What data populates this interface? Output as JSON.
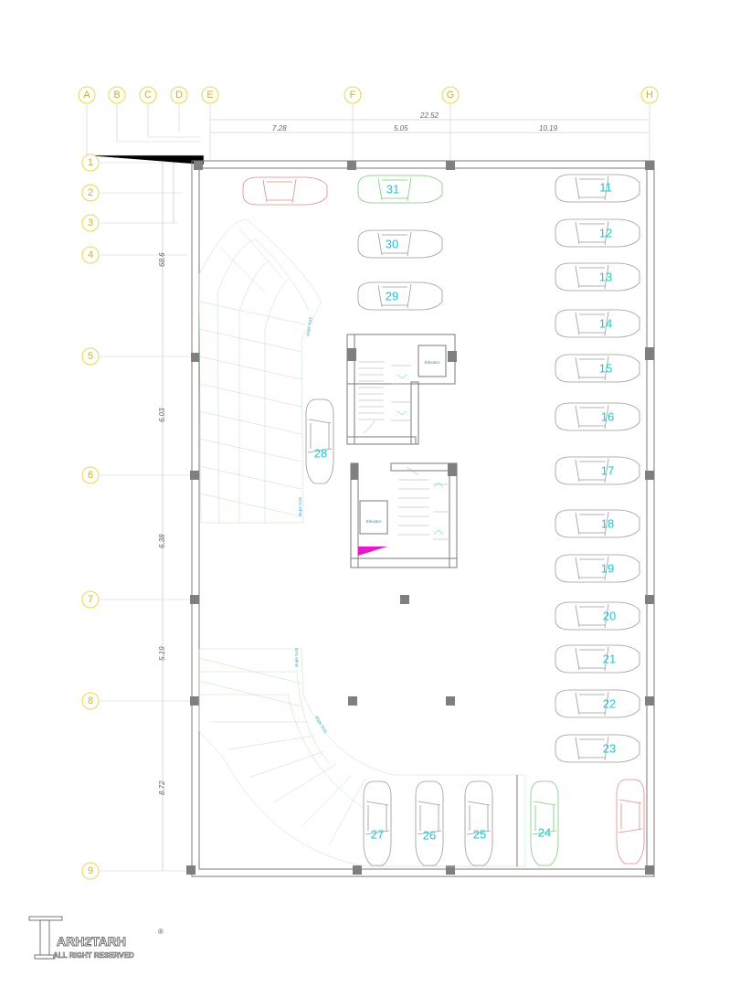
{
  "grid": {
    "columns": [
      "A",
      "B",
      "C",
      "D",
      "E",
      "F",
      "G",
      "H"
    ],
    "rows": [
      "1",
      "2",
      "3",
      "4",
      "5",
      "6",
      "7",
      "8",
      "9"
    ]
  },
  "dimensions": {
    "horizontal": {
      "total": "22.52",
      "segments": [
        "7.28",
        "5.05",
        "10.19"
      ]
    },
    "vertical": [
      "68.6",
      "6.03",
      "6.38",
      "5.19",
      "8.72"
    ]
  },
  "parking": {
    "right_column": [
      "11",
      "12",
      "13",
      "14",
      "15",
      "16",
      "17",
      "18",
      "19",
      "20",
      "21",
      "22",
      "23"
    ],
    "center_column": [
      "31",
      "30",
      "29"
    ],
    "center_vertical": "28",
    "bottom_row": [
      "27",
      "26",
      "25",
      "24"
    ]
  },
  "ramps": {
    "slope_label": "slope %15"
  },
  "rooms": {
    "elevator": "Elevator"
  },
  "logo": {
    "main": "ARH2TARH",
    "sub": "ALL RIGHT RESERVED",
    "mark": "®"
  },
  "colors": {
    "grid_bubble": "#e8d84a",
    "car_number": "#23c3d3",
    "car_green": "#7cc87c",
    "car_red": "#e08a8a",
    "accent_magenta": "#e619c8"
  }
}
